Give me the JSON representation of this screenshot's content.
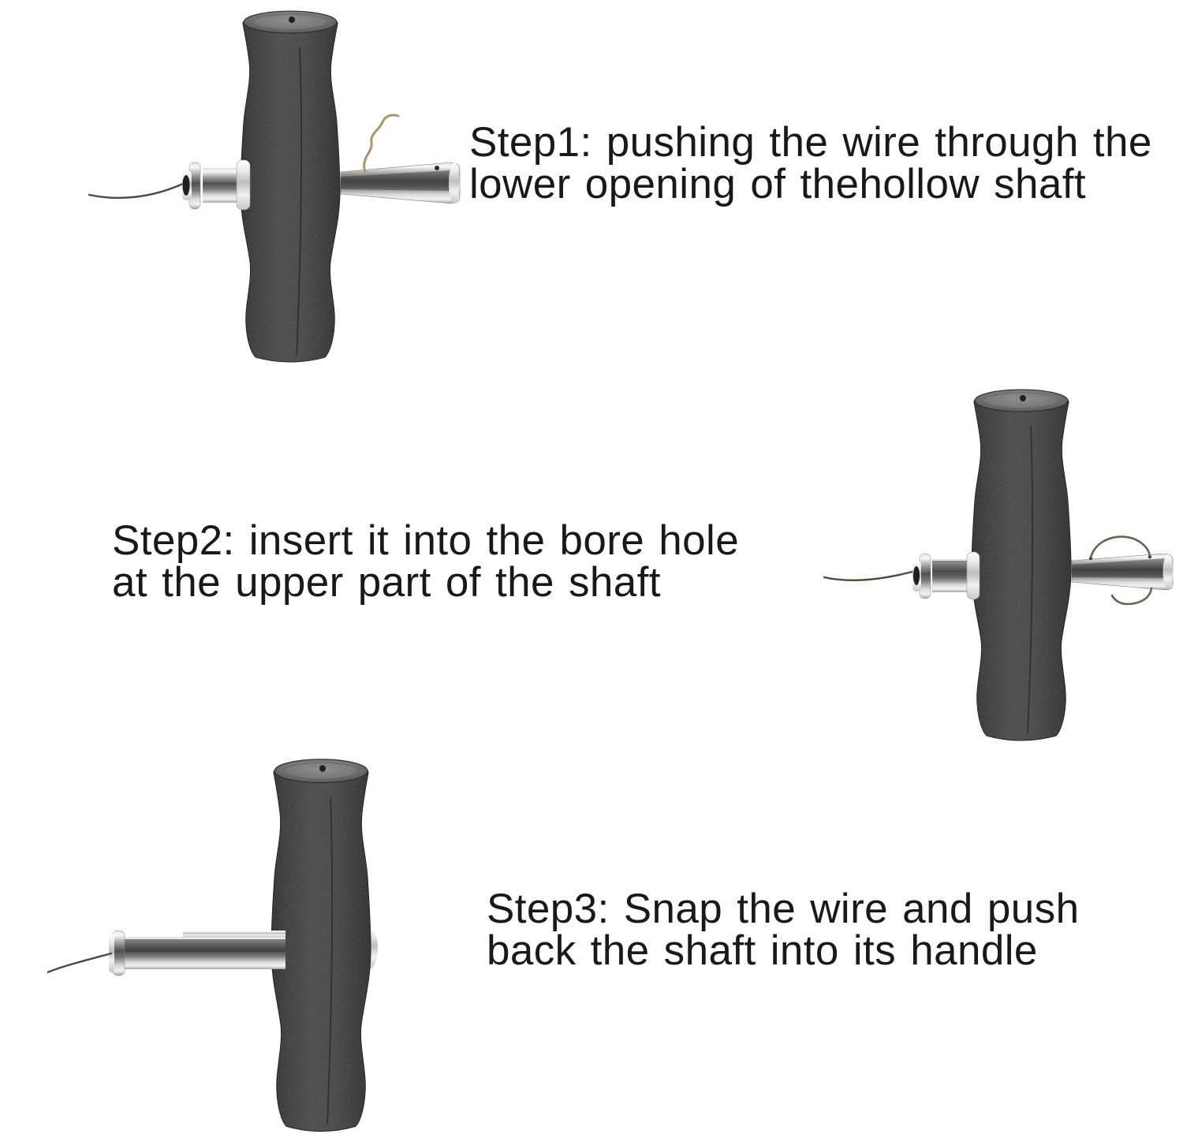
{
  "document": {
    "type": "product-instruction-image",
    "background": "#ffffff",
    "text_color": "#191919"
  },
  "steps": [
    {
      "name": "step1",
      "line1": "Step1: pushing the wire through the",
      "line2": "lower opening of thehollow shaft",
      "photo": "t-handle-tool-wire-through-lower-shaft-opening"
    },
    {
      "name": "step2",
      "line1": "Step2: insert it into the bore hole",
      "line2": "at the upper part of the shaft",
      "photo": "t-handle-tool-wire-inserted-into-bore-hole"
    },
    {
      "name": "step3",
      "line1": "Step3: Snap the wire and push",
      "line2": "back the shaft into its handle",
      "photo": "t-handle-tool-shaft-pushed-back-into-handle"
    }
  ],
  "colors": {
    "handle_grip": "#333333",
    "metal_highlight": "#f2f2f2",
    "metal_shadow": "#515151",
    "wire_brass": "#a6966e",
    "wire_dark": "#4f483c"
  }
}
